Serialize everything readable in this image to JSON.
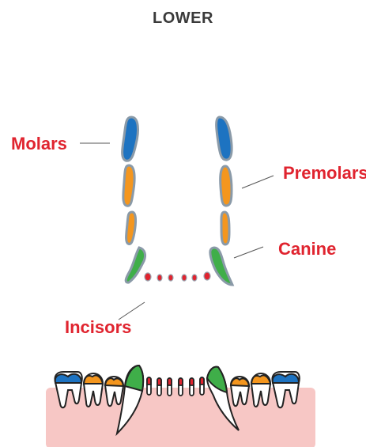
{
  "title": "LOWER",
  "labels": {
    "molars": "Molars",
    "premolars": "Premolars",
    "canine": "Canine",
    "incisors": "Incisors"
  },
  "colors": {
    "label_red": "#e0242f",
    "molar_blue": "#1d73c1",
    "premolar_orange": "#f4961e",
    "canine_green": "#3fae49",
    "incisor_red": "#e0242f",
    "gum_pink": "#f7c7c5",
    "outline_gray": "#8a9aa8"
  }
}
